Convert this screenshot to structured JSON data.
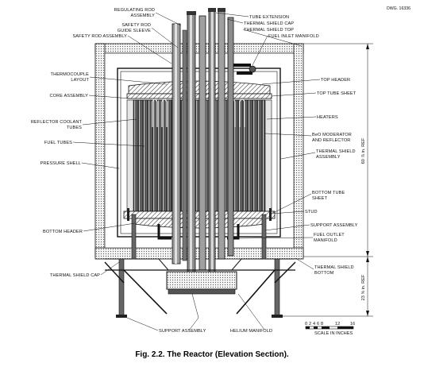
{
  "drawing_number": "DWG. 16336",
  "caption": "Fig. 2.2.  The Reactor (Elevation Section).",
  "labels": {
    "regulating_rod_assembly": [
      "REGULATING ROD",
      "ASSEMBLY"
    ],
    "safety_rod_guide_sleeve": [
      "SAFETY ROD",
      "GUIDE SLEEVE"
    ],
    "safety_rod_assembly": "SAFETY ROD ASSEMBLY",
    "thermocouple_layout": [
      "THERMOCOUPLE",
      "LAYOUT"
    ],
    "core_assembly": "CORE ASSEMBLY",
    "reflector_coolant_tubes": [
      "REFLECTOR COOLANT",
      "TUBES"
    ],
    "fuel_tubes": "FUEL TUBES",
    "pressure_shell": "PRESSURE SHELL",
    "bottom_header": "BOTTOM HEADER",
    "thermal_shield_cap_left": "THERMAL SHIELD CAP",
    "support_assembly_bottom": "SUPPORT ASSEMBLY",
    "helium_manifold": "HELIUM MANIFOLD",
    "tube_extension": "TUBE EXTENSION",
    "thermal_shield_cap_top": "THERMAL SHIELD CAP",
    "thermal_shield_top": "THERMAL SHIELD TOP",
    "fuel_inlet_manifold": "FUEL INLET MANIFOLD",
    "top_header": "TOP HEADER",
    "top_tube_sheet": "TOP TUBE SHEET",
    "heaters": "HEATERS",
    "beo_moderator": [
      "BeO MODERATOR",
      "AND REFLECTOR"
    ],
    "thermal_shield_assembly": [
      "THERMAL SHIELD",
      "ASSEMBLY"
    ],
    "bottom_tube_sheet": [
      "BOTTOM TUBE",
      "SHEET"
    ],
    "stud": "STUD",
    "support_assembly_right": "SUPPORT ASSEMBLY",
    "fuel_outlet_manifold": [
      "FUEL OUTLET",
      "MANIFOLD"
    ],
    "thermal_shield_bottom": [
      "THERMAL SHIELD",
      "BOTTOM"
    ]
  },
  "dimensions": {
    "upper": "60 ⅞ in. REF",
    "lower": "23 ⅝ in. REF"
  },
  "scale": {
    "ticks": [
      "0",
      "2",
      "4",
      "6",
      "8",
      "12",
      "16"
    ],
    "label": "SCALE IN INCHES"
  }
}
